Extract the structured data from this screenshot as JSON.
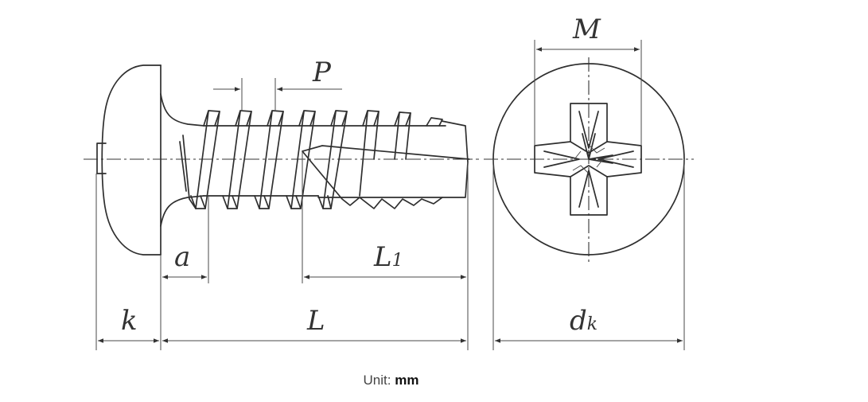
{
  "labels": {
    "pitch": "P",
    "thread_free_length": "a",
    "drill_point_length": "L",
    "drill_point_length_sub": "1",
    "head_height": "k",
    "length": "L",
    "recess_width": "M",
    "head_diameter": "d",
    "head_diameter_sub": "k"
  },
  "caption": {
    "unit_label": "Unit:",
    "unit_value": "mm"
  }
}
